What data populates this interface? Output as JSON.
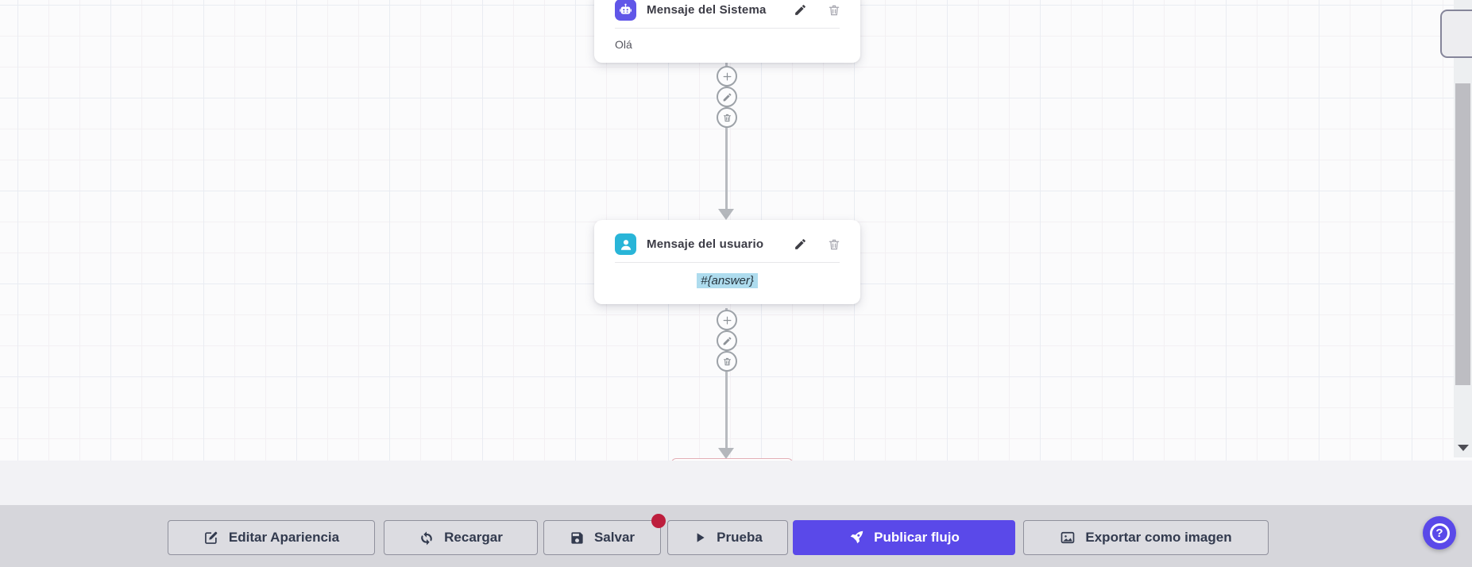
{
  "canvas": {
    "cards": [
      {
        "icon": "robot-icon",
        "icon_color": "#6056e8",
        "title": "Mensaje del Sistema",
        "body": "Olá",
        "actions": {
          "edit": "pencil-icon",
          "delete": "trash-icon"
        }
      },
      {
        "icon": "user-icon",
        "icon_color": "#29b5d8",
        "title": "Mensaje del usuario",
        "body": "#{answer}",
        "body_highlighted": true,
        "highlight_color": "#aedcee",
        "actions": {
          "edit": "pencil-icon",
          "delete": "trash-icon"
        }
      }
    ],
    "connector_actions": [
      "plus-icon",
      "pencil-icon",
      "trash-icon"
    ]
  },
  "toolbar": {
    "buttons": [
      {
        "label": "Editar Apariencia",
        "icon": "edit-square-icon"
      },
      {
        "label": "Recargar",
        "icon": "refresh-icon"
      },
      {
        "label": "Salvar",
        "icon": "save-icon",
        "badge_dot": true,
        "badge_color": "#bd1e3d"
      },
      {
        "label": "Prueba",
        "icon": "play-icon"
      },
      {
        "label": "Publicar flujo",
        "icon": "rocket-icon",
        "primary": true,
        "accent_color": "#5a49e9"
      },
      {
        "label": "Exportar como imagen",
        "icon": "image-icon"
      }
    ]
  },
  "help": {
    "label": "?",
    "icon": "question-circle-icon",
    "color": "#5a49e9"
  },
  "colors": {
    "canvas_bg": "#fbfbfc",
    "strip_bg": "#f2f2f5",
    "toolbar_bg": "#d6d6db",
    "accent": "#5a49e9",
    "system_node_icon": "#6056e8",
    "user_node_icon": "#29b5d8",
    "notification_dot": "#bd1e3d",
    "variable_highlight": "#aedcee"
  }
}
